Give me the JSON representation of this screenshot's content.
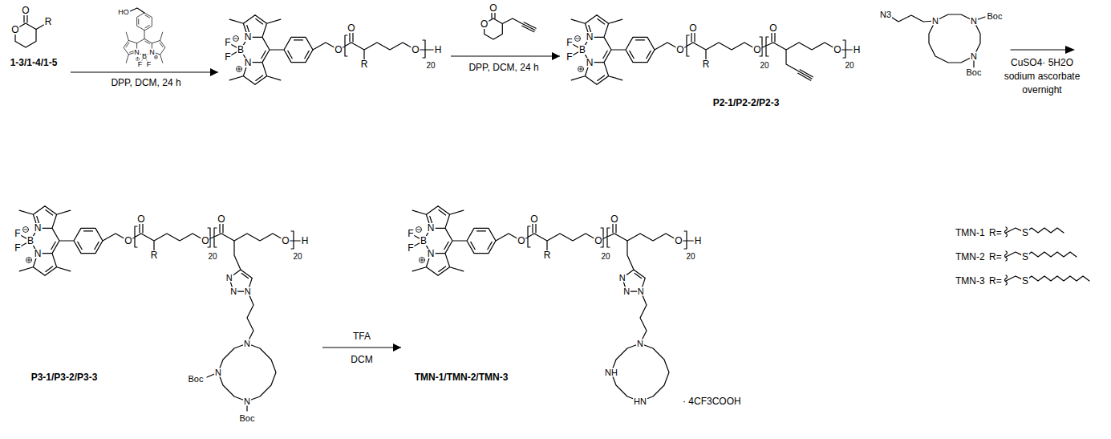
{
  "diagram": {
    "nodes": [
      {
        "text": [
          "O",
          "O",
          "R",
          "1-3/1-4/1-5"
        ]
      },
      {
        "text": [
          "HO",
          "N",
          "B",
          "N",
          "F",
          "F"
        ]
      },
      {
        "text": [
          "F",
          "F",
          "B",
          "N",
          "N",
          "O",
          "O",
          "R",
          "O",
          "20",
          "H"
        ]
      },
      {
        "text": [
          "O",
          "O"
        ]
      },
      {
        "text": [
          "F",
          "F",
          "B",
          "N",
          "N",
          "O",
          "O",
          "R",
          "O",
          "20",
          "O",
          "O",
          "20",
          "H",
          "P2-1/P2-2/P2-3"
        ]
      },
      {
        "text": [
          "N3",
          "N",
          "N",
          "Boc",
          "N",
          "Boc"
        ]
      },
      {
        "text": [
          "F",
          "F",
          "B",
          "N",
          "N",
          "O",
          "O",
          "R",
          "O",
          "20",
          "O",
          "O",
          "20",
          "H",
          "N",
          "N",
          "N",
          "N",
          "N",
          "Boc",
          "N",
          "Boc",
          "P3-1/P3-2/P3-3"
        ]
      },
      {
        "text": [
          "F",
          "F",
          "B",
          "N",
          "N",
          "O",
          "O",
          "R",
          "O",
          "20",
          "O",
          "O",
          "20",
          "H",
          "N",
          "N",
          "N",
          "N",
          "NH",
          "HN",
          "· 4CF3COOH",
          "TMN-1/TMN-2/TMN-3"
        ]
      }
    ],
    "edges": [
      {
        "from": 0,
        "to": 2,
        "arrow": "to"
      },
      {
        "from": 2,
        "to": 4,
        "arrow": "to"
      },
      {
        "from": 6,
        "to": 7,
        "arrow": "to"
      }
    ],
    "labels": [
      "DPP, DCM, 24 h",
      "DPP, DCM, 24 h",
      "CuSO4· 5H2O",
      "sodium ascorbate",
      "overnight",
      "TFA",
      "DCM",
      "TMN-1",
      "R=",
      "S",
      "TMN-2",
      "R=",
      "S",
      "TMN-3",
      "R=",
      "S"
    ]
  }
}
